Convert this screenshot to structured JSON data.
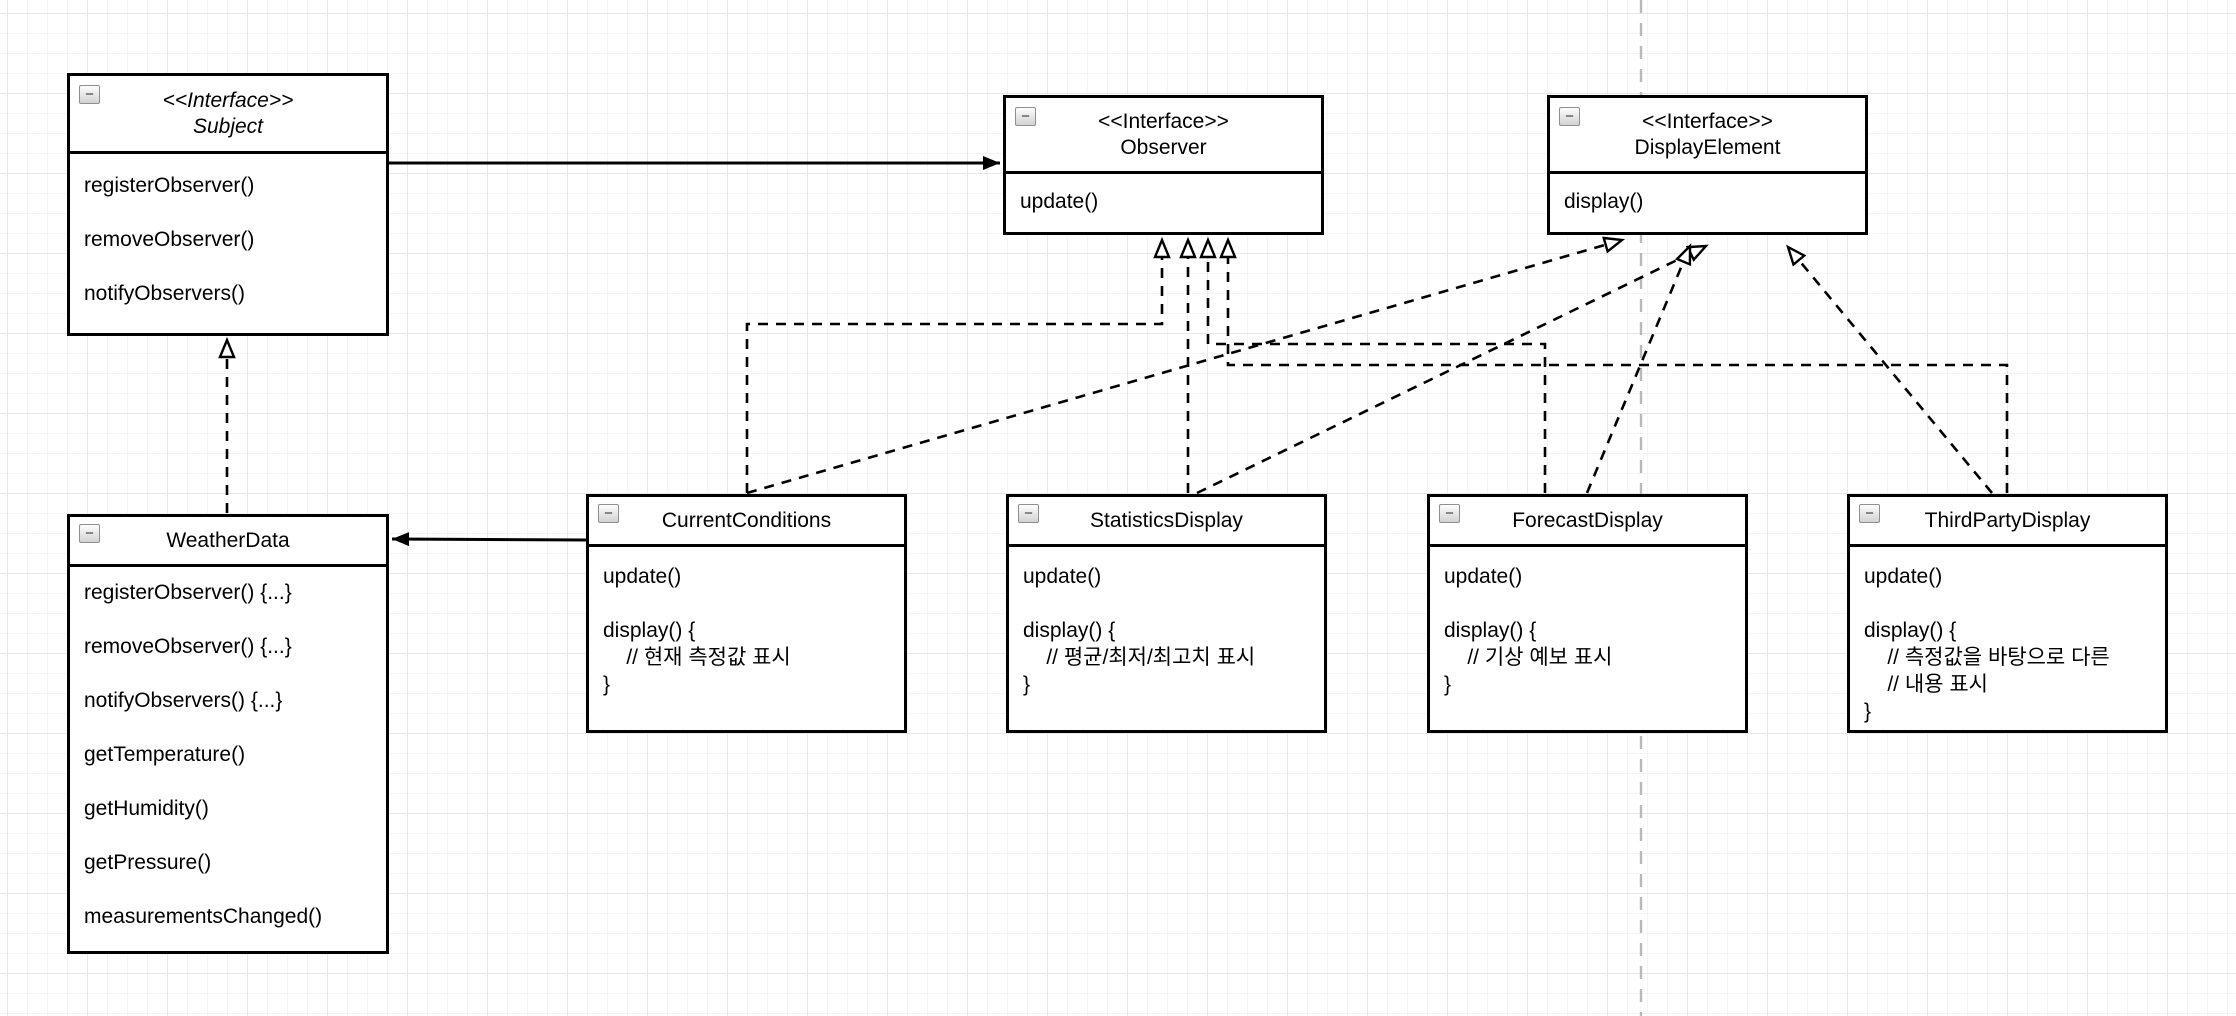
{
  "canvas": {
    "background": "#ffffff",
    "grid_minor_color": "#f4f4f4",
    "grid_major_color": "#e8e8e8",
    "guide_color": "#b9b9b9",
    "line_color": "#000000"
  },
  "ui": {
    "collapse_glyph": "−"
  },
  "classes": [
    {
      "key": "subject",
      "stereotype": "<<Interface>>",
      "name": "Subject",
      "lines": [
        "registerObserver()",
        "",
        "removeObserver()",
        "",
        "notifyObservers()"
      ]
    },
    {
      "key": "observer",
      "stereotype": "<<Interface>>",
      "name": "Observer",
      "lines": [
        "update()"
      ]
    },
    {
      "key": "display-element",
      "stereotype": "<<Interface>>",
      "name": "DisplayElement",
      "lines": [
        "display()"
      ]
    },
    {
      "key": "weather-data",
      "name": "WeatherData",
      "lines": [
        "registerObserver() {...}",
        "",
        "removeObserver() {...}",
        "",
        "notifyObservers() {...}",
        "",
        "getTemperature()",
        "",
        "getHumidity()",
        "",
        "getPressure()",
        "",
        "measurementsChanged()"
      ]
    },
    {
      "key": "current-conditions",
      "name": "CurrentConditions",
      "lines": [
        "update()",
        "",
        "display() {",
        "    // 현재 측정값 표시",
        "}"
      ]
    },
    {
      "key": "statistics-display",
      "name": "StatisticsDisplay",
      "lines": [
        "update()",
        "",
        "display() {",
        "    // 평균/최저/최고치 표시",
        "}"
      ]
    },
    {
      "key": "forecast-display",
      "name": "ForecastDisplay",
      "lines": [
        "update()",
        "",
        "display() {",
        "    // 기상 예보 표시",
        "}"
      ]
    },
    {
      "key": "third-party-display",
      "name": "ThirdPartyDisplay",
      "lines": [
        "update()",
        "",
        "display() {",
        "    // 측정값을 바탕으로 다른",
        "    // 내용 표시",
        "}"
      ]
    }
  ],
  "connections": [
    {
      "from": "Subject",
      "to": "Observer",
      "type": "association-solid-arrow"
    },
    {
      "from": "WeatherData",
      "to": "Subject",
      "type": "realization-dashed-hollow-triangle"
    },
    {
      "from": "CurrentConditions",
      "to": "WeatherData",
      "type": "association-solid-arrow"
    },
    {
      "from": "CurrentConditions",
      "to": "Observer",
      "type": "realization-dashed-hollow-triangle"
    },
    {
      "from": "StatisticsDisplay",
      "to": "Observer",
      "type": "realization-dashed-hollow-triangle"
    },
    {
      "from": "ForecastDisplay",
      "to": "Observer",
      "type": "realization-dashed-hollow-triangle"
    },
    {
      "from": "ThirdPartyDisplay",
      "to": "Observer",
      "type": "realization-dashed-hollow-triangle"
    },
    {
      "from": "CurrentConditions",
      "to": "DisplayElement",
      "type": "realization-dashed-hollow-triangle"
    },
    {
      "from": "StatisticsDisplay",
      "to": "DisplayElement",
      "type": "realization-dashed-hollow-triangle"
    },
    {
      "from": "ForecastDisplay",
      "to": "DisplayElement",
      "type": "realization-dashed-hollow-triangle"
    },
    {
      "from": "ThirdPartyDisplay",
      "to": "DisplayElement",
      "type": "realization-dashed-hollow-triangle"
    }
  ]
}
